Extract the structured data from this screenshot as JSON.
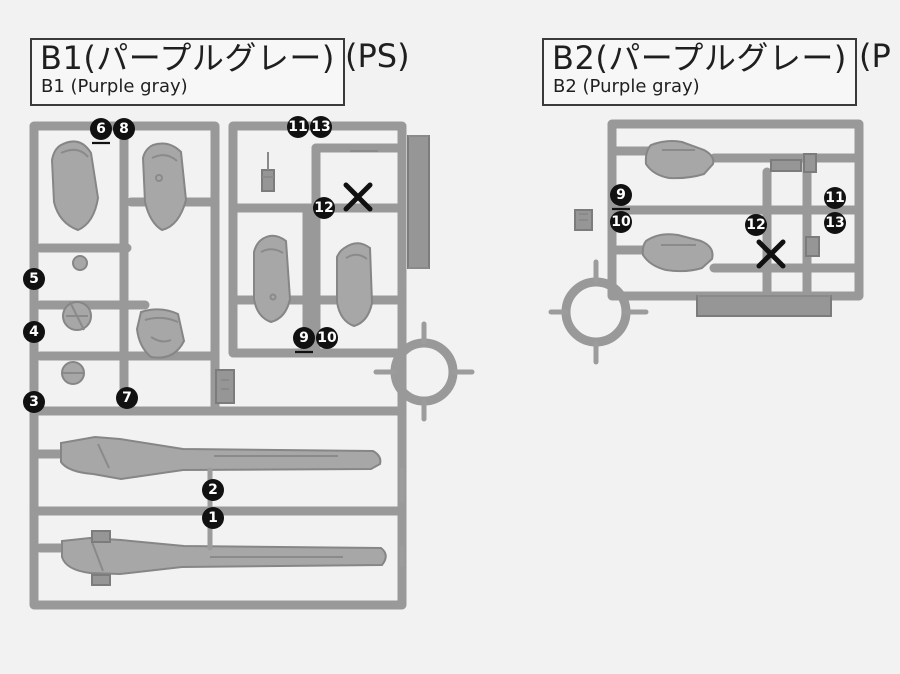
{
  "labels": {
    "b1": {
      "jp": "B1(パープルグレー)",
      "en": "B1 (Purple gray)",
      "suffix": "(PS)"
    },
    "b2": {
      "jp": "B2(パープルグレー)",
      "en": "B2 (Purple gray)",
      "suffix": "(P"
    }
  },
  "badges": {
    "b1_top_6": "6",
    "b1_top_8": "8",
    "b1_top_11": "11",
    "b1_top_13": "13",
    "b1_12": "12",
    "b1_5": "5",
    "b1_4": "4",
    "b1_3": "3",
    "b1_7": "7",
    "b1_9": "9",
    "b1_10": "10",
    "b1_2": "2",
    "b1_1": "1",
    "b2_9": "9",
    "b2_10": "10",
    "b2_12": "12",
    "b2_11": "11",
    "b2_13": "13"
  }
}
